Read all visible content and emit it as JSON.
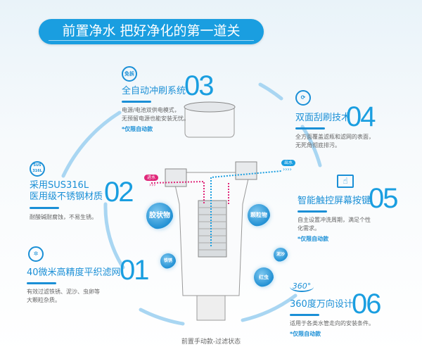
{
  "banner": {
    "title": "前置净水  把好净化的第一道关"
  },
  "features": [
    {
      "num": "01",
      "icon": "mesh-filter-icon",
      "title": "40微米高精度平织滤网",
      "desc": [
        "有效过滤铁锈、泥沙、虫卵等",
        "大颗粒杂质。"
      ],
      "note": ""
    },
    {
      "num": "02",
      "icon": "sus316l-badge-icon",
      "icon_text": "SUS 316L",
      "title": "采用SUS316L",
      "title2": "医用级不锈钢材质",
      "desc": [
        "耐酸碱耐腐蚀，不易生锈。"
      ],
      "note": ""
    },
    {
      "num": "03",
      "icon": "no-disassembly-badge-icon",
      "icon_text": "免拆",
      "title": "全自动冲刷系统",
      "desc": [
        "电源/电池双供电模式，",
        "无预留电源也能安装无忧。"
      ],
      "note": "*仅限自动款"
    },
    {
      "num": "04",
      "icon": "double-scrape-icon",
      "title": "双面刮刷技术",
      "desc": [
        "全方面覆盖滤瓶和滤网的表面，",
        "无死角彻底排污。"
      ],
      "note": ""
    },
    {
      "num": "05",
      "icon": "touch-screen-icon",
      "title": "智能触控屏幕按键",
      "desc": [
        "自主设置冲洗周期，满足个性",
        "化需求。"
      ],
      "note": "*仅限自动款"
    },
    {
      "num": "06",
      "icon": "rotate-360-icon",
      "icon_text": "360°",
      "title": "360度万向设计",
      "desc": [
        "适用于各类水管走向的安装条件。"
      ],
      "note": "*仅限自动款"
    }
  ],
  "bubbles": [
    "胶状物",
    "颗粒物",
    "铁锈",
    "泥沙",
    "红虫"
  ],
  "flow": {
    "inlet": "进水",
    "outlet": "出水"
  },
  "caption": "前置手动款-过滤状态",
  "colors": {
    "accent": "#1a9ee0",
    "inlet": "#e0287a"
  }
}
